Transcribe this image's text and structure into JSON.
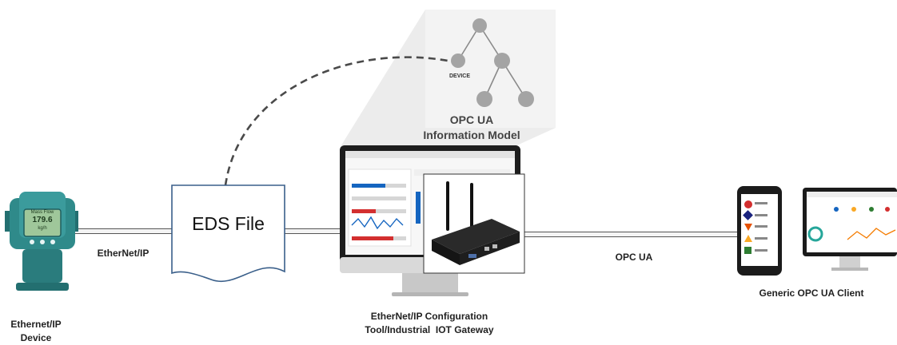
{
  "diagram": {
    "device": {
      "screen_line1": "Mass Flow",
      "screen_value": "179.6",
      "screen_line3": "kg/h",
      "label_line1": "Ethernet/IP",
      "label_line2": "Device"
    },
    "link_left_label": "EtherNet/IP",
    "eds_file_label": "EDS File",
    "info_model": {
      "node_label": "DEVICE",
      "title_line1": "OPC UA",
      "title_line2": "Information Model"
    },
    "gateway": {
      "label_line1": "EtherNet/IP Configuration",
      "label_line2": "Tool/Industrial  IOT Gateway"
    },
    "link_right_label": "OPC UA",
    "client": {
      "label": "Generic OPC UA Client"
    }
  },
  "colors": {
    "device_body": "#2f8a8a",
    "eds_border": "#3a5f8a",
    "alarm_red": "#d32f2f",
    "accent_blue": "#1565c0"
  }
}
